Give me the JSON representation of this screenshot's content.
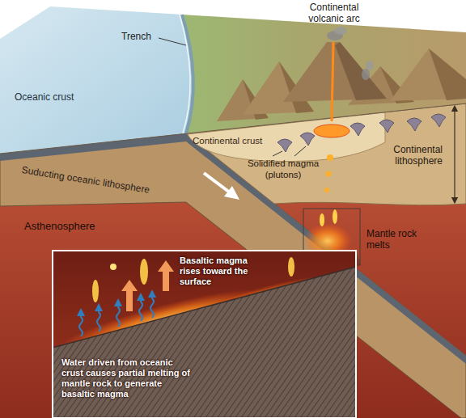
{
  "diagram": {
    "labels": [
      "Continental volcanic arc",
      "Trench",
      "Oceanic crust",
      "Continental crust",
      "Suducting oceanic lithosphere",
      "Solidified magma (plutons)",
      "Continental lithosphere",
      "Asthenosphere",
      "Mantle rock melts",
      "Basaltic magma rises toward the surface",
      "Water driven from oceanic crust causes partial melting of mantle rock to generate basaltic magma"
    ]
  }
}
